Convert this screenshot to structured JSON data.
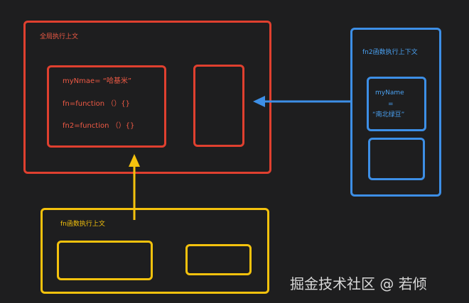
{
  "global_context": {
    "title": "全局执行上文",
    "var_line_1": "myNmae= “哈基米”",
    "var_line_2": "fn=function （）{}",
    "var_line_3": "fn2=function （）{}"
  },
  "fn2_context": {
    "title": "fn2函数执行上下文",
    "var_name": "myName",
    "equals": "=",
    "value": "“南北绿豆”"
  },
  "fn_context": {
    "title": "fn函数执行上文"
  },
  "watermark": "掘金技术社区 @ 若倾",
  "colors": {
    "global": "#e0402f",
    "fn2": "#3d8fe6",
    "fn": "#f4c20d",
    "background": "#1e1e1f"
  }
}
